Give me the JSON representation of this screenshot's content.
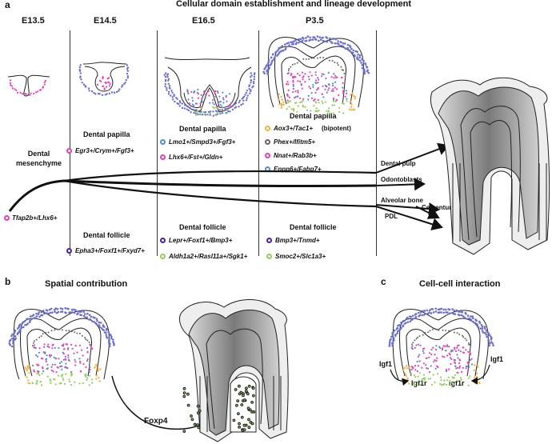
{
  "panel_a": {
    "letter": "a",
    "title": "Cellular domain establishment and lineage development",
    "stages": [
      "E13.5",
      "E14.5",
      "E16.5",
      "P3.5"
    ],
    "dental_mesenchyme": "Dental\nmesenchyme",
    "mesenchyme_marker": "Tfap2b+/Lhx6+",
    "e145": {
      "papilla_title": "Dental papilla",
      "papilla_marker": "Egr3+/Crym+/Fgf3+",
      "follicle_title": "Dental follicle",
      "follicle_marker": "Epha3+/Foxf1+/Fxyd7+"
    },
    "e165": {
      "papilla_title": "Dental papilla",
      "papilla_markers": [
        "Lmo1+/Smpd3+/Fgf3+",
        "Lhx6+/Fst+/Gldn+"
      ],
      "follicle_title": "Dental follicle",
      "follicle_markers": [
        "Lepr+/Foxf1+/Bmp3+",
        "Aldh1a2+/Rasl11a+/Sgk1+"
      ]
    },
    "p35": {
      "papilla_title": "Dental papilla",
      "papilla_markers": [
        "Aox3+/Tac1+",
        "Phex+/Ifitm5+",
        "Nnat+/Rab3b+",
        "Enpp6+/Fabp7+"
      ],
      "bipotent": "(bipotent)",
      "follicle_title": "Dental follicle",
      "follicle_markers": [
        "Bmp3+/Tnmd+",
        "Smoc2+/Slc1a3+"
      ]
    },
    "lineages": [
      "Dental pulp",
      "Odontoblasts",
      "Alveolar bone",
      "Cementum",
      "PDL"
    ]
  },
  "panel_b": {
    "letter": "b",
    "title": "Spatial contribution",
    "label": "Foxp4"
  },
  "panel_c": {
    "letter": "c",
    "title": "Cell-cell interaction",
    "labels": [
      "Igf1",
      "Igf1",
      "Igf1r",
      "Igf1r"
    ]
  },
  "colors": {
    "pink": "#e93fb4",
    "purple": "#4a1fb0",
    "blue": "#4a8fd0",
    "green": "#8fcf5a",
    "yellow": "#f0b43a",
    "gray": "#666666",
    "epithelium": "#6a6fd0"
  }
}
